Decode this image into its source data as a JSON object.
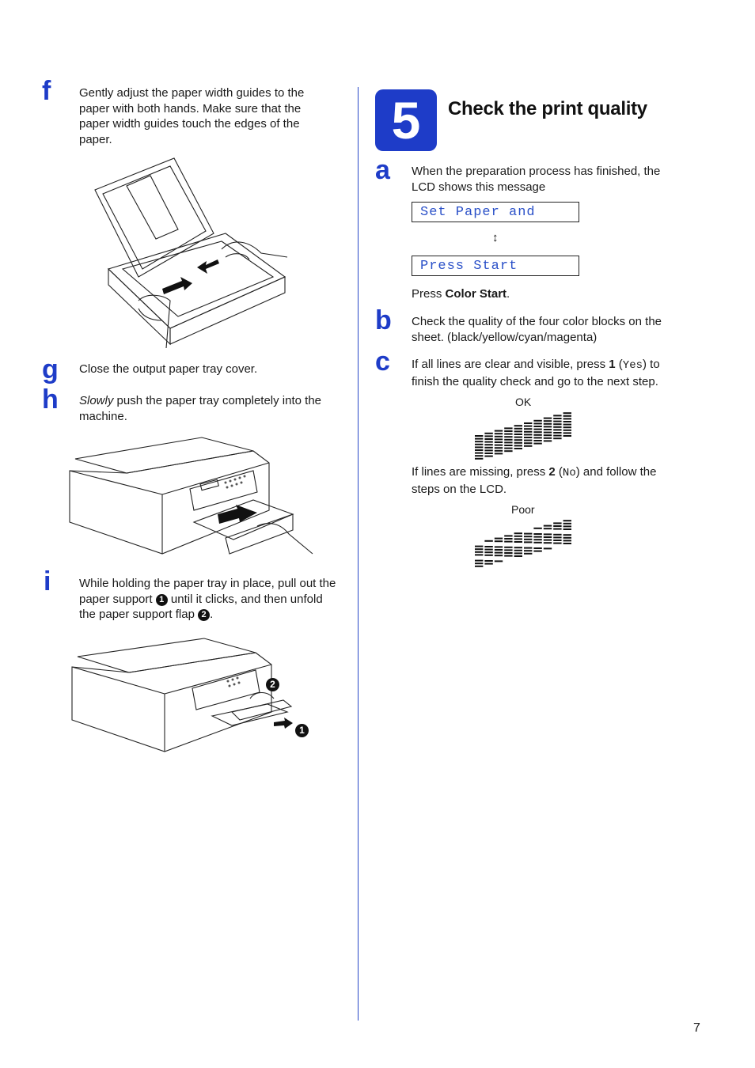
{
  "left_steps": {
    "f": {
      "letter": "f",
      "text": "Gently adjust the paper width guides to the paper with both hands. Make sure that the paper width guides touch the edges of the paper."
    },
    "g": {
      "letter": "g",
      "text": "Close the output paper tray cover."
    },
    "h": {
      "letter": "h",
      "italic": "Slowly",
      "text": " push the paper tray completely into the machine."
    },
    "i": {
      "letter": "i",
      "text_1": "While holding the paper tray in place, pull out the paper support ",
      "marker_1": "1",
      "text_2": " until it clicks, and then unfold the paper support flap ",
      "marker_2": "2",
      "text_3": "."
    }
  },
  "figure_markers": {
    "one": "1",
    "two": "2"
  },
  "section": {
    "number": "5",
    "title": "Check the print quality"
  },
  "right_steps": {
    "a": {
      "letter": "a",
      "text": "When the preparation process has finished, the LCD shows this message",
      "lcd_line_1": "Set Paper and",
      "arrow": "↕",
      "lcd_line_2": "Press Start",
      "press_prefix": "Press ",
      "press_bold": "Color Start",
      "press_suffix": "."
    },
    "b": {
      "letter": "b",
      "text": "Check the quality of the four color blocks on the sheet. (black/yellow/cyan/magenta)"
    },
    "c": {
      "letter": "c",
      "text_1": "If all lines are clear and visible, press ",
      "key_1": "1",
      "paren_open": " (",
      "key_1_label": "Yes",
      "text_2": ") to finish the quality check and go to the next step.",
      "ok_caption": "OK",
      "missing_1": "If lines are missing, press ",
      "key_2": "2",
      "paren_open_2": " (",
      "key_2_label": "No",
      "missing_2": ") and follow the steps on the LCD.",
      "poor_caption": "Poor"
    }
  },
  "page_number": "7",
  "colors": {
    "accent": "#1e3cc8"
  }
}
